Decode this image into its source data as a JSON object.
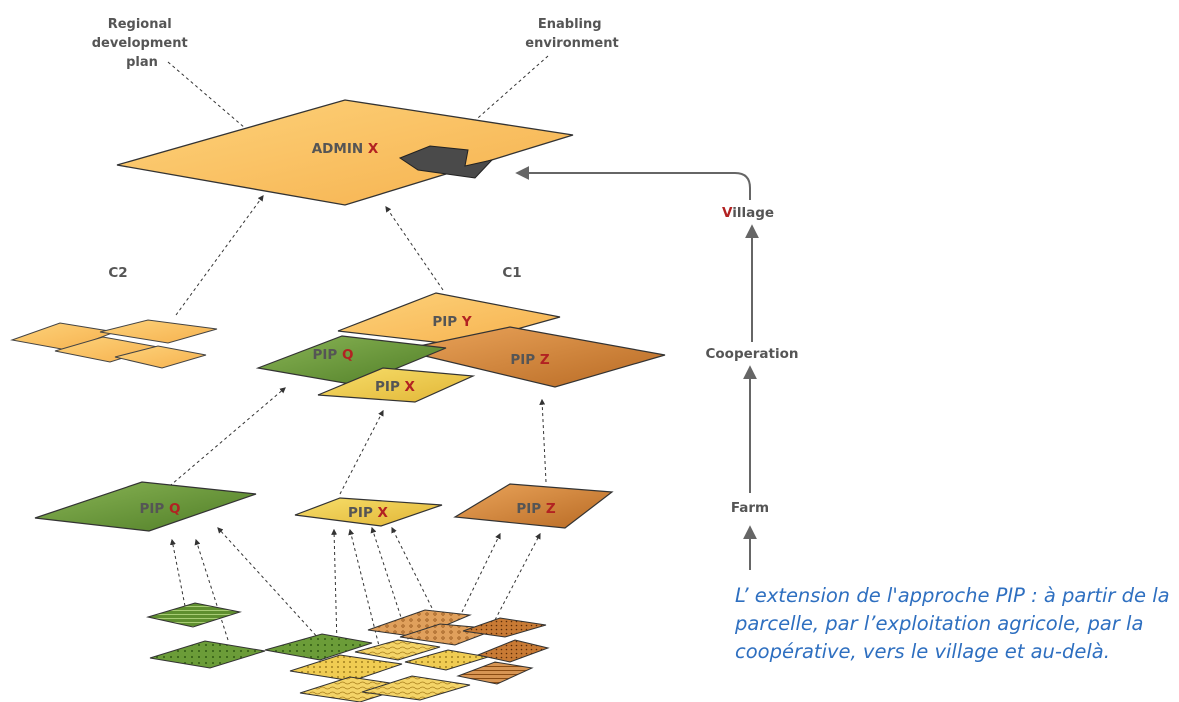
{
  "callouts": {
    "regional": [
      "Regional",
      "development",
      "plan"
    ],
    "enabling": [
      "Enabling",
      "environment"
    ]
  },
  "admin": {
    "prefix": "ADMIN ",
    "letter": "X"
  },
  "cluster_labels": {
    "c1": "C1",
    "c2": "C2"
  },
  "pip": {
    "prefix": "PIP ",
    "q": "Q",
    "x": "X",
    "y": "Y",
    "z": "Z"
  },
  "levels": {
    "village": {
      "first": "V",
      "rest": "illage"
    },
    "cooperation": "Cooperation",
    "farm": "Farm"
  },
  "caption": "L’ extension de l'approche PIP : à partir de la parcelle, par l’exploitation agricole, par la coopérative, vers le village et au-delà.",
  "colors": {
    "yellow_plane": "#fbc462",
    "green_plane": "#6c9a3c",
    "gold_plane": "#f0d050",
    "orange_plane": "#d4873c",
    "label_gray": "#555555",
    "accent_red": "#b22222",
    "caption_blue": "#2e6fc0"
  }
}
